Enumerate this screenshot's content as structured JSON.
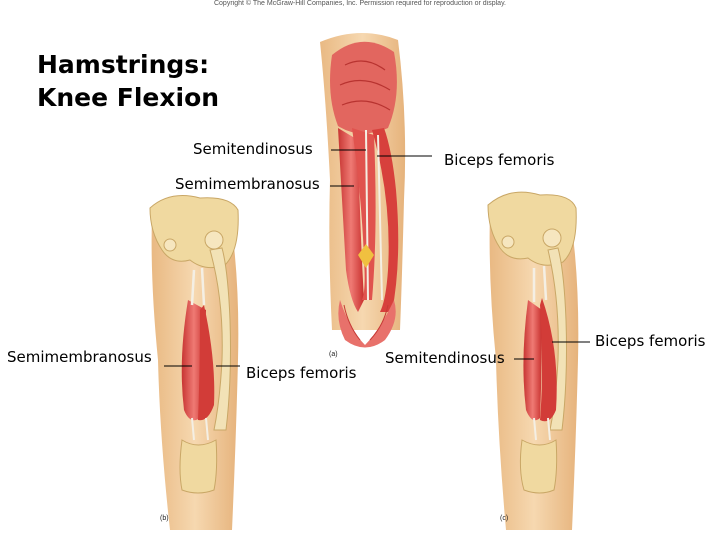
{
  "copyright": "Copyright © The McGraw-Hill Companies, Inc. Permission required for reproduction or display.",
  "title": {
    "line1": "Hamstrings:",
    "line2": "Knee Flexion"
  },
  "panels": {
    "a": {
      "letter": "(a)",
      "labels": {
        "semitendinosus": "Semitendinosus",
        "semimembranosus": "Semimembranosus",
        "biceps_femoris": "Biceps femoris"
      }
    },
    "b": {
      "letter": "(b)",
      "labels": {
        "semimembranosus": "Semimembranosus",
        "biceps_femoris": "Biceps femoris"
      }
    },
    "c": {
      "letter": "(c)",
      "labels": {
        "semitendinosus": "Semitendinosus",
        "biceps_femoris": "Biceps femoris"
      }
    }
  },
  "colors": {
    "skin": "#f3cfa2",
    "muscle": "#d9433f",
    "muscle_light": "#ee8a84",
    "tendon": "#f4efe4",
    "bone": "#f0d9a0"
  }
}
